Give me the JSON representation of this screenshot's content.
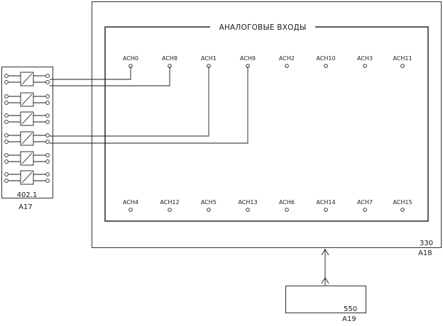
{
  "controller": {
    "panel_title": "АНАЛОГОВЫЕ ВХОДЫ",
    "code": "330",
    "designator": "A18",
    "top_channels": [
      "ACH0",
      "ACH8",
      "ACH1",
      "ACH9",
      "ACH2",
      "ACH10",
      "ACH3",
      "ACH11"
    ],
    "bottom_channels": [
      "ACH4",
      "ACH12",
      "ACH5",
      "ACH13",
      "ACH6",
      "ACH14",
      "ACH7",
      "ACH15"
    ]
  },
  "module": {
    "code": "402.1",
    "designator": "A17",
    "channel_count": 6
  },
  "device": {
    "code": "550",
    "designator": "A19"
  },
  "connections": [
    {
      "module_channel": 1,
      "terminal": "upper",
      "to": "ACH0"
    },
    {
      "module_channel": 1,
      "terminal": "lower",
      "to": "ACH8"
    },
    {
      "module_channel": 4,
      "terminal": "upper",
      "to": "ACH1"
    },
    {
      "module_channel": 4,
      "terminal": "lower",
      "to": "ACH9"
    }
  ],
  "link": {
    "from": "A19",
    "to": "A18",
    "arrows": 2
  }
}
